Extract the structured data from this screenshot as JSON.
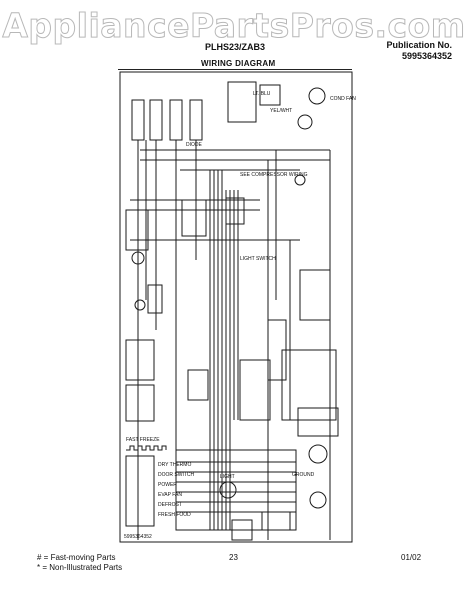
{
  "watermark": "AppliancePartsPros.com",
  "header": {
    "model": "PLHS23/ZAB3",
    "publication_label": "Publication No.",
    "publication_number": "5995364352",
    "title": "WIRING DIAGRAM"
  },
  "labels": {
    "lt_blu": "LT. BLU",
    "yel_wht": "YEL/WHT",
    "cond_fan": "COND FAN",
    "see_compressor": "SEE COMPRESSOR WIRING",
    "fast_freeze": "FAST FREEZE",
    "dry_thermo": "DRY THERMO",
    "door_switch": "DOOR SWITCH",
    "power": "POWER",
    "evap_fan": "EVAP FAN",
    "defrost": "DEFROST",
    "fresh_food": "FRESH FOOD",
    "light": "LIGHT",
    "light_switch": "LIGHT SWITCH",
    "diode": "DIODE",
    "ground": "GROUND",
    "diagram_code": "5995364352"
  },
  "footer": {
    "legend_fast": "# = Fast-moving Parts",
    "legend_non": "* = Non-Illustrated Parts",
    "page": "23",
    "date": "01/02"
  }
}
